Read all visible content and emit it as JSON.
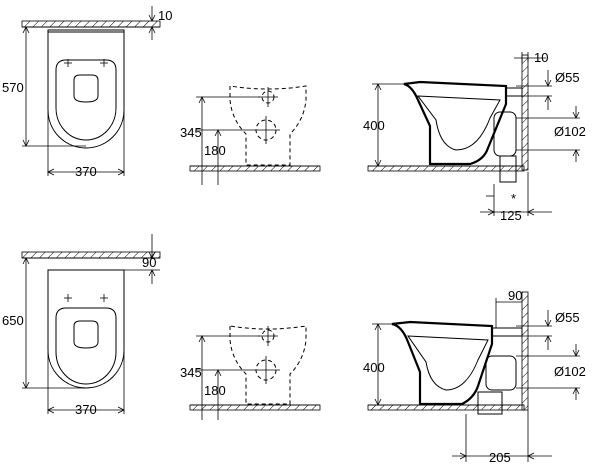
{
  "variant_a": {
    "plan_view": {
      "wall_offset": "10",
      "length": "570",
      "width": "370"
    },
    "front_view": {
      "height_upper": "345",
      "height_lower": "180"
    },
    "side_view": {
      "wall_offset": "10",
      "height": "400",
      "inlet_diameter": "Ø55",
      "outlet_diameter": "Ø102",
      "outlet_distance": "125",
      "note_marker": "*"
    }
  },
  "variant_b": {
    "plan_view": {
      "wall_offset": "90",
      "length": "650",
      "width": "370"
    },
    "front_view": {
      "height_upper": "345",
      "height_lower": "180"
    },
    "side_view": {
      "wall_offset": "90",
      "height": "400",
      "inlet_diameter": "Ø55",
      "outlet_diameter": "Ø102",
      "outlet_distance": "205"
    }
  },
  "colors": {
    "line": "#000000",
    "background": "#ffffff"
  }
}
